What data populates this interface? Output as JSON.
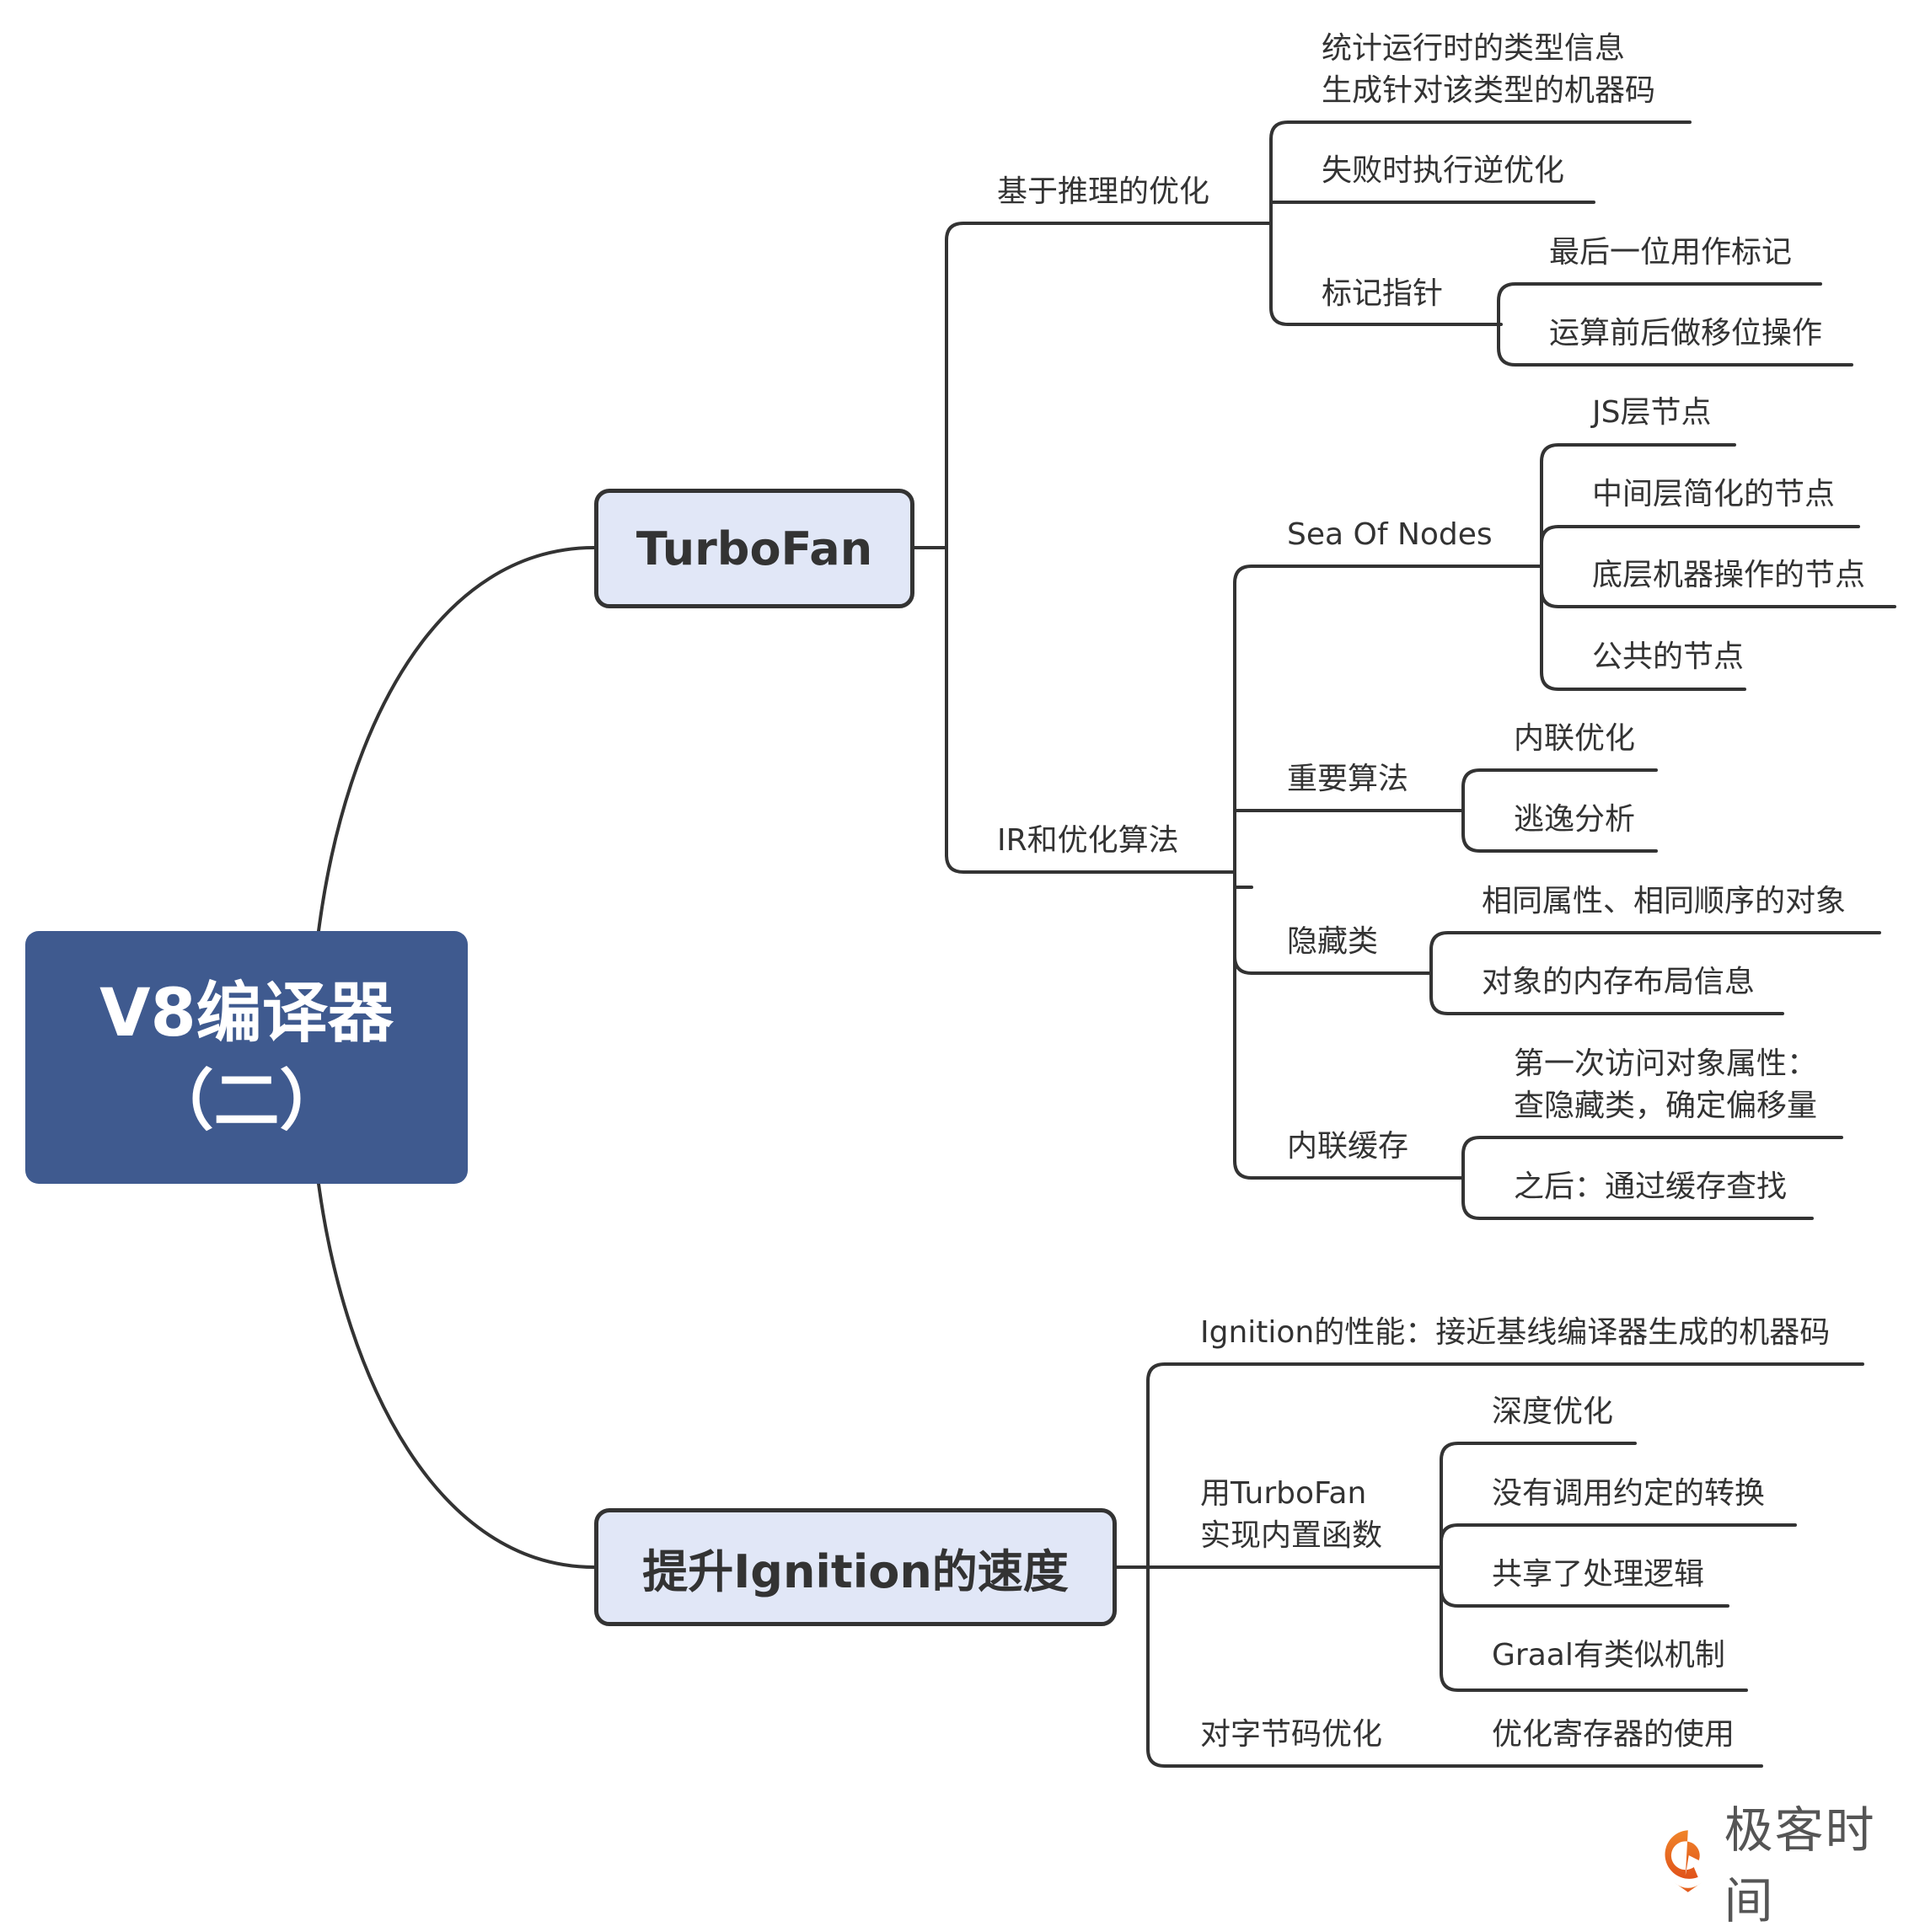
{
  "root": {
    "line1": "V8编译器",
    "line2": "（二）",
    "color": "#3f5a8f"
  },
  "branches": {
    "turbofan": {
      "label": "TurboFan",
      "children": {
        "speculative": {
          "label": "基于推理的优化",
          "items": {
            "stats": "统计运行时的类型信息\n生成针对该类型的机器码",
            "deopt": "失败时执行逆优化",
            "tagged": {
              "label": "标记指针",
              "items": [
                "最后一位用作标记",
                "运算前后做移位操作"
              ]
            }
          }
        },
        "ir": {
          "label": "IR和优化算法",
          "sea_of_nodes": {
            "label": "Sea Of Nodes",
            "items": [
              "JS层节点",
              "中间层简化的节点",
              "底层机器操作的节点",
              "公共的节点"
            ]
          },
          "algorithms": {
            "label": "重要算法",
            "items": [
              "内联优化",
              "逃逸分析"
            ]
          },
          "hidden_class": {
            "label": "隐藏类",
            "items": [
              "相同属性、相同顺序的对象",
              "对象的内存布局信息"
            ]
          },
          "inline_cache": {
            "label": "内联缓存",
            "items": [
              "第一次访问对象属性：\n查隐藏类，确定偏移量",
              "之后：通过缓存查找"
            ]
          }
        }
      }
    },
    "ignition": {
      "label": "提升Ignition的速度",
      "children": {
        "performance": "Ignition的性能：接近基线编译器生成的机器码",
        "builtins": {
          "label": "用TurboFan\n实现内置函数",
          "items": [
            "深度优化",
            "没有调用约定的转换",
            "共享了处理逻辑",
            "Graal有类似机制"
          ]
        },
        "bytecode": {
          "label": "对字节码优化",
          "items": [
            "优化寄存器的使用"
          ]
        }
      }
    }
  },
  "branding": {
    "logo_text": "极客时间",
    "logo_color": "#e8691f"
  },
  "colors": {
    "node_fill": "#e1e7f7",
    "line": "#333333"
  }
}
